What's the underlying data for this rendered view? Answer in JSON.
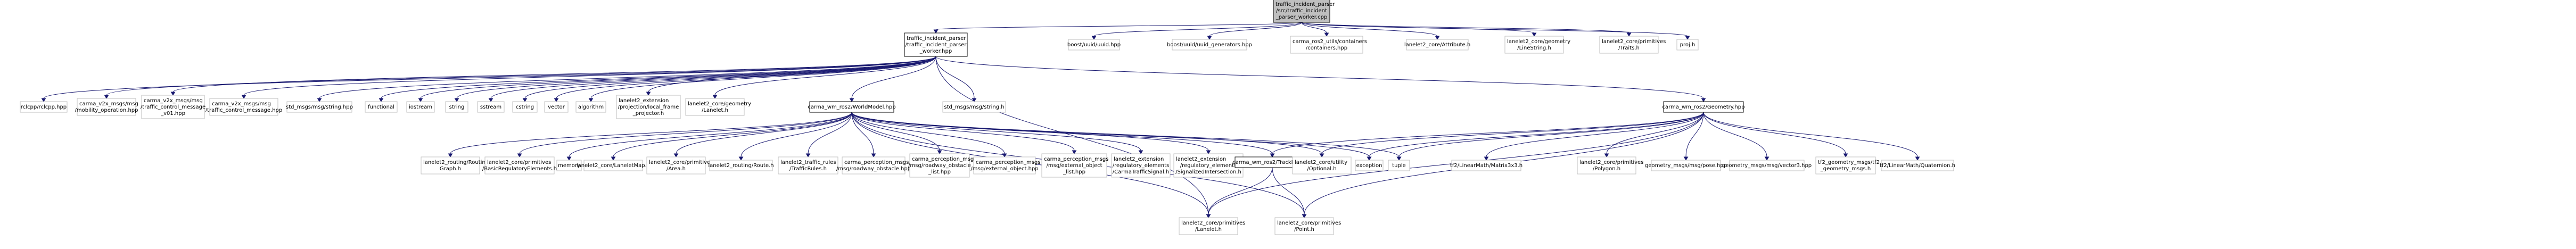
{
  "colors": {
    "edge": "#191970",
    "root_fill": "#bfbfbf",
    "root_border": "#000000",
    "node_fill": "#ffffff",
    "doc_border": "#000000",
    "external_border": "#bfbfbf"
  },
  "graph": {
    "root": "traffic_incident_worker_cpp",
    "nodes": [
      {
        "id": "traffic_incident_worker_cpp",
        "kind": "root",
        "lines": [
          "traffic_incident_parser",
          "/src/traffic_incident",
          "_parser_worker.cpp"
        ]
      },
      {
        "id": "traffic_incident_worker_hpp",
        "kind": "documented",
        "lines": [
          "traffic_incident_parser",
          "/traffic_incident_parser",
          "_worker.hpp"
        ]
      },
      {
        "id": "boost_uuid",
        "kind": "external",
        "lines": [
          "boost/uuid/uuid.hpp"
        ]
      },
      {
        "id": "boost_uuid_gen",
        "kind": "external",
        "lines": [
          "boost/uuid/uuid_generators.hpp"
        ]
      },
      {
        "id": "carma_containers",
        "kind": "external",
        "lines": [
          "carma_ros2_utils/containers",
          "/containers.hpp"
        ]
      },
      {
        "id": "lanelet_attribute",
        "kind": "external",
        "lines": [
          "lanelet2_core/Attribute.h"
        ]
      },
      {
        "id": "lanelet_linestring",
        "kind": "external",
        "lines": [
          "lanelet2_core/geometry",
          "/LineString.h"
        ]
      },
      {
        "id": "lanelet_traits",
        "kind": "external",
        "lines": [
          "lanelet2_core/primitives",
          "/Traits.h"
        ]
      },
      {
        "id": "proj",
        "kind": "external",
        "lines": [
          "proj.h"
        ]
      },
      {
        "id": "rclcpp",
        "kind": "external",
        "lines": [
          "rclcpp/rclcpp.hpp"
        ]
      },
      {
        "id": "mobility_operation",
        "kind": "external",
        "lines": [
          "carma_v2x_msgs/msg",
          "/mobility_operation.hpp"
        ]
      },
      {
        "id": "traffic_control_v01",
        "kind": "external",
        "lines": [
          "carma_v2x_msgs/msg",
          "/traffic_control_message",
          "_v01.hpp"
        ]
      },
      {
        "id": "traffic_control_msg",
        "kind": "external",
        "lines": [
          "carma_v2x_msgs/msg",
          "/traffic_control_message.hpp"
        ]
      },
      {
        "id": "std_string",
        "kind": "external",
        "lines": [
          "std_msgs/msg/string.hpp"
        ]
      },
      {
        "id": "functional",
        "kind": "external",
        "lines": [
          "functional"
        ]
      },
      {
        "id": "iostream",
        "kind": "external",
        "lines": [
          "iostream"
        ]
      },
      {
        "id": "string",
        "kind": "external",
        "lines": [
          "string"
        ]
      },
      {
        "id": "sstream",
        "kind": "external",
        "lines": [
          "sstream"
        ]
      },
      {
        "id": "cstring",
        "kind": "external",
        "lines": [
          "cstring"
        ]
      },
      {
        "id": "vector",
        "kind": "external",
        "lines": [
          "vector"
        ]
      },
      {
        "id": "algorithm",
        "kind": "external",
        "lines": [
          "algorithm"
        ]
      },
      {
        "id": "local_frame",
        "kind": "external",
        "lines": [
          "lanelet2_extension",
          "/projection/local_frame",
          "_projector.h"
        ]
      },
      {
        "id": "lanelet_geom_lanelet",
        "kind": "external",
        "lines": [
          "lanelet2_core/geometry",
          "/Lanelet.h"
        ]
      },
      {
        "id": "worldmodel",
        "kind": "documented",
        "lines": [
          "carma_wm_ros2/WorldModel.hpp"
        ]
      },
      {
        "id": "std_msg_string",
        "kind": "external",
        "lines": [
          "std_msgs/msg/string.h"
        ]
      },
      {
        "id": "geometry",
        "kind": "documented",
        "lines": [
          "carma_wm_ros2/Geometry.hpp"
        ]
      },
      {
        "id": "routing_graph",
        "kind": "external",
        "lines": [
          "lanelet2_routing/Routing",
          "Graph.h"
        ]
      },
      {
        "id": "basic_reg",
        "kind": "external",
        "lines": [
          "lanelet2_core/primitives",
          "/BasicRegulatoryElements.h"
        ]
      },
      {
        "id": "memory",
        "kind": "external",
        "lines": [
          "memory"
        ]
      },
      {
        "id": "lanelet_map",
        "kind": "external",
        "lines": [
          "lanelet2_core/LaneletMap.h"
        ]
      },
      {
        "id": "area",
        "kind": "external",
        "lines": [
          "lanelet2_core/primitives",
          "/Area.h"
        ]
      },
      {
        "id": "route",
        "kind": "external",
        "lines": [
          "lanelet2_routing/Route.h"
        ]
      },
      {
        "id": "traffic_rules",
        "kind": "external",
        "lines": [
          "lanelet2_traffic_rules",
          "/TrafficRules.h"
        ]
      },
      {
        "id": "roadway_obstacle",
        "kind": "external",
        "lines": [
          "carma_perception_msgs",
          "/msg/roadway_obstacle.hpp"
        ]
      },
      {
        "id": "roadway_obstacle_list",
        "kind": "external",
        "lines": [
          "carma_perception_msgs",
          "/msg/roadway_obstacle",
          "_list.hpp"
        ]
      },
      {
        "id": "external_object",
        "kind": "external",
        "lines": [
          "carma_perception_msgs",
          "/msg/external_object.hpp"
        ]
      },
      {
        "id": "external_object_list",
        "kind": "external",
        "lines": [
          "carma_perception_msgs",
          "/msg/external_object",
          "_list.hpp"
        ]
      },
      {
        "id": "carma_traffic_signal",
        "kind": "external",
        "lines": [
          "lanelet2_extension",
          "/regulatory_elements",
          "/CarmaTrafficSignal.h"
        ]
      },
      {
        "id": "signalized_intersection",
        "kind": "external",
        "lines": [
          "lanelet2_extension",
          "/regulatory_elements",
          "/SignalizedIntersection.h"
        ]
      },
      {
        "id": "trackpos",
        "kind": "documented",
        "lines": [
          "carma_wm_ros2/TrackPos.hpp"
        ]
      },
      {
        "id": "optional",
        "kind": "external",
        "lines": [
          "lanelet2_core/utility",
          "/Optional.h"
        ]
      },
      {
        "id": "exception",
        "kind": "external",
        "lines": [
          "exception"
        ]
      },
      {
        "id": "tuple",
        "kind": "external",
        "lines": [
          "tuple"
        ]
      },
      {
        "id": "matrix3x3",
        "kind": "external",
        "lines": [
          "tf2/LinearMath/Matrix3x3.h"
        ]
      },
      {
        "id": "polygon",
        "kind": "external",
        "lines": [
          "lanelet2_core/primitives",
          "/Polygon.h"
        ]
      },
      {
        "id": "pose",
        "kind": "external",
        "lines": [
          "geometry_msgs/msg/pose.hpp"
        ]
      },
      {
        "id": "vector3",
        "kind": "external",
        "lines": [
          "geometry_msgs/msg/vector3.hpp"
        ]
      },
      {
        "id": "tf2_geometry",
        "kind": "external",
        "lines": [
          "tf2_geometry_msgs/tf2",
          "_geometry_msgs.h"
        ]
      },
      {
        "id": "quaternion",
        "kind": "external",
        "lines": [
          "tf2/LinearMath/Quaternion.h"
        ]
      },
      {
        "id": "primitives_lanelet",
        "kind": "external",
        "lines": [
          "lanelet2_core/primitives",
          "/Lanelet.h"
        ]
      },
      {
        "id": "primitives_point",
        "kind": "external",
        "lines": [
          "lanelet2_core/primitives",
          "/Point.h"
        ]
      }
    ],
    "edges": [
      [
        "traffic_incident_worker_cpp",
        "traffic_incident_worker_hpp"
      ],
      [
        "traffic_incident_worker_cpp",
        "boost_uuid"
      ],
      [
        "traffic_incident_worker_cpp",
        "boost_uuid_gen"
      ],
      [
        "traffic_incident_worker_cpp",
        "carma_containers"
      ],
      [
        "traffic_incident_worker_cpp",
        "lanelet_attribute"
      ],
      [
        "traffic_incident_worker_cpp",
        "lanelet_linestring"
      ],
      [
        "traffic_incident_worker_cpp",
        "lanelet_traits"
      ],
      [
        "traffic_incident_worker_cpp",
        "proj"
      ],
      [
        "traffic_incident_worker_hpp",
        "rclcpp"
      ],
      [
        "traffic_incident_worker_hpp",
        "mobility_operation"
      ],
      [
        "traffic_incident_worker_hpp",
        "traffic_control_v01"
      ],
      [
        "traffic_incident_worker_hpp",
        "traffic_control_msg"
      ],
      [
        "traffic_incident_worker_hpp",
        "std_string"
      ],
      [
        "traffic_incident_worker_hpp",
        "functional"
      ],
      [
        "traffic_incident_worker_hpp",
        "iostream"
      ],
      [
        "traffic_incident_worker_hpp",
        "string"
      ],
      [
        "traffic_incident_worker_hpp",
        "sstream"
      ],
      [
        "traffic_incident_worker_hpp",
        "cstring"
      ],
      [
        "traffic_incident_worker_hpp",
        "vector"
      ],
      [
        "traffic_incident_worker_hpp",
        "algorithm"
      ],
      [
        "traffic_incident_worker_hpp",
        "local_frame"
      ],
      [
        "traffic_incident_worker_hpp",
        "lanelet_geom_lanelet"
      ],
      [
        "traffic_incident_worker_hpp",
        "worldmodel"
      ],
      [
        "traffic_incident_worker_hpp",
        "std_msg_string"
      ],
      [
        "traffic_incident_worker_hpp",
        "geometry"
      ],
      [
        "traffic_incident_worker_hpp",
        "primitives_lanelet"
      ],
      [
        "worldmodel",
        "routing_graph"
      ],
      [
        "worldmodel",
        "basic_reg"
      ],
      [
        "worldmodel",
        "memory"
      ],
      [
        "worldmodel",
        "lanelet_map"
      ],
      [
        "worldmodel",
        "area"
      ],
      [
        "worldmodel",
        "route"
      ],
      [
        "worldmodel",
        "traffic_rules"
      ],
      [
        "worldmodel",
        "roadway_obstacle"
      ],
      [
        "worldmodel",
        "roadway_obstacle_list"
      ],
      [
        "worldmodel",
        "external_object"
      ],
      [
        "worldmodel",
        "external_object_list"
      ],
      [
        "worldmodel",
        "carma_traffic_signal"
      ],
      [
        "worldmodel",
        "signalized_intersection"
      ],
      [
        "worldmodel",
        "trackpos"
      ],
      [
        "worldmodel",
        "optional"
      ],
      [
        "worldmodel",
        "exception"
      ],
      [
        "worldmodel",
        "tuple"
      ],
      [
        "worldmodel",
        "primitives_lanelet"
      ],
      [
        "worldmodel",
        "primitives_point"
      ],
      [
        "geometry",
        "trackpos"
      ],
      [
        "geometry",
        "optional"
      ],
      [
        "geometry",
        "exception"
      ],
      [
        "geometry",
        "tuple"
      ],
      [
        "geometry",
        "matrix3x3"
      ],
      [
        "geometry",
        "polygon"
      ],
      [
        "geometry",
        "pose"
      ],
      [
        "geometry",
        "vector3"
      ],
      [
        "geometry",
        "tf2_geometry"
      ],
      [
        "geometry",
        "quaternion"
      ],
      [
        "geometry",
        "primitives_lanelet"
      ],
      [
        "geometry",
        "primitives_point"
      ],
      [
        "trackpos",
        "primitives_lanelet"
      ],
      [
        "trackpos",
        "primitives_point"
      ]
    ]
  }
}
